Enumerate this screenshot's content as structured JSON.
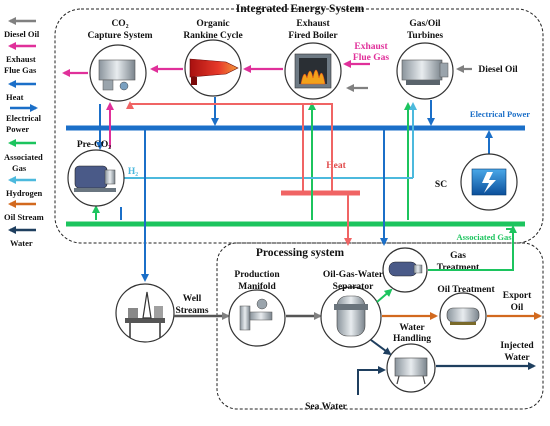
{
  "title": "Integrated Energy System",
  "legend": [
    {
      "label": "Diesel Oil",
      "color": "#808080"
    },
    {
      "label": "Exhaust Flue Gas",
      "color": "#e0309a"
    },
    {
      "label": "Heat",
      "color": "#1b6fc8"
    },
    {
      "label": "Electrical Power",
      "color": "#1b6fc8"
    },
    {
      "label": "Associated Gas",
      "color": "#1cc45e"
    },
    {
      "label": "Hydrogen",
      "color": "#4cb9dd"
    },
    {
      "label": "Oil Stream",
      "color": "#d2691e"
    },
    {
      "label": "Water",
      "color": "#1f3f5f"
    }
  ],
  "units": {
    "co2_line1": "CO₂",
    "co2_line2": "Capture System",
    "orc_line1": "Organic",
    "orc_line2": "Rankine Cycle",
    "boiler_line1": "Exhaust",
    "boiler_line2": "Fired Boiler",
    "turbine_line1": "Gas/Oil",
    "turbine_line2": "Turbines",
    "pre_co2": "Pre-CO₂",
    "h2": "H₂",
    "sc": "SC"
  },
  "flows": {
    "exhaust_flue_gas_line1": "Exhaust",
    "exhaust_flue_gas_line2": "Flue Gas",
    "diesel_oil": "Diesel Oil",
    "electrical_power": "Electrical Power",
    "heat": "Heat",
    "associated_gas": "Associated Gas",
    "well_streams_line1": "Well",
    "well_streams_line2": "Streams",
    "export_oil_line1": "Export",
    "export_oil_line2": "Oil",
    "injected_water_line1": "Injected",
    "injected_water_line2": "Water",
    "sea_water": "Sea Water"
  },
  "processing": {
    "title": "Processing system",
    "manifold_line1": "Production",
    "manifold_line2": "Manifold",
    "separator_line1": "Oil-Gas-Water",
    "separator_line2": "Separator",
    "gas_treatment_line1": "Gas",
    "gas_treatment_line2": "Treatment",
    "oil_treatment": "Oil Treatment",
    "water_handling_line1": "Water",
    "water_handling_line2": "Handling"
  },
  "colors": {
    "electrical_power": "#1b6fc8",
    "associated_gas": "#1cc45e",
    "heat": "#f06464",
    "exhaust_flue_gas": "#e0309a",
    "diesel_oil": "#808080",
    "hydrogen": "#4cb9dd",
    "oil_stream": "#d2691e",
    "water": "#1f3f5f"
  }
}
